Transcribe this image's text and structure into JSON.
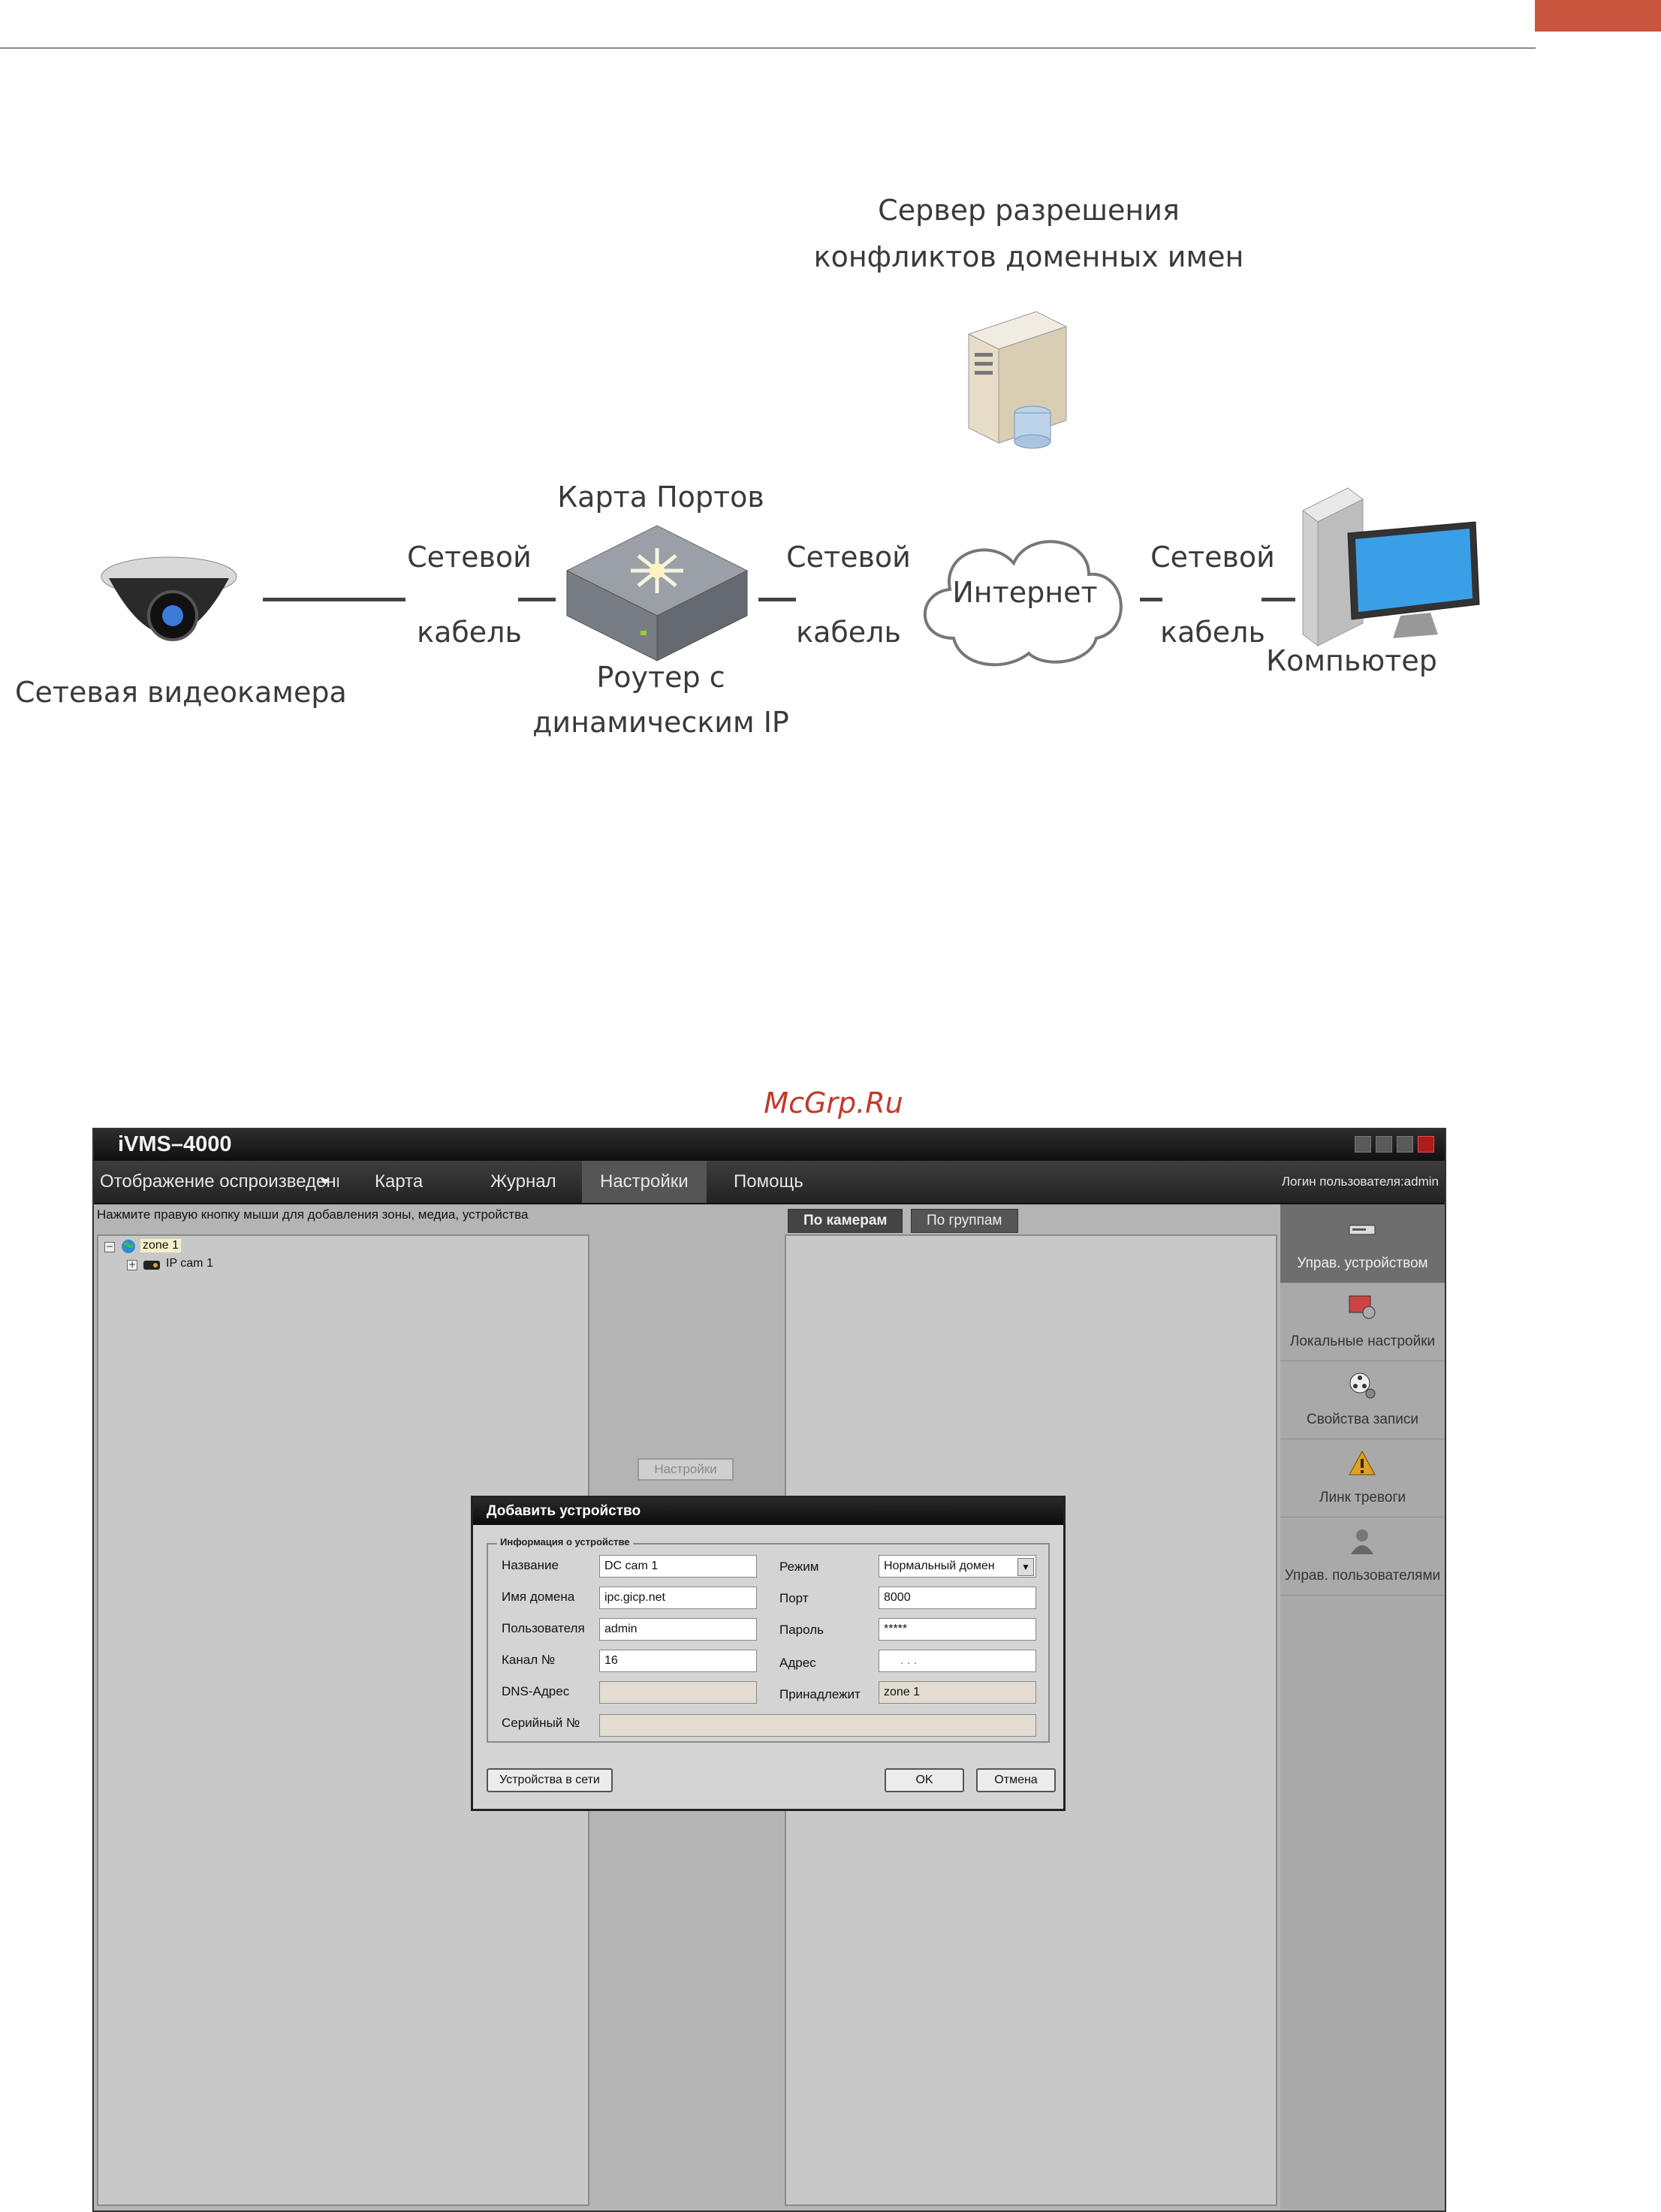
{
  "diagram": {
    "server_label_line1": "Сервер разрешения",
    "server_label_line2": "конфликтов доменных имен",
    "port_map_label": "Карта Портов",
    "cable_left_top": "Сетевой",
    "cable_left_bottom": "кабель",
    "cable_mid_top": "Сетевой",
    "cable_mid_bottom": "кабель",
    "cable_right_top": "Сетевой",
    "cable_right_bottom": "кабель",
    "internet_label": "Интернет",
    "camera_label": "Сетевая видеокамера",
    "router_label_line1": "Роутер с",
    "router_label_line2": "динамическим IP",
    "computer_label": "Компьютер"
  },
  "watermark": "McGrp.Ru",
  "app": {
    "title": "iVMS–4000",
    "menu": {
      "display": "Отображение оспроизведени",
      "map": "Карта",
      "journal": "Журнал",
      "settings": "Настройки",
      "help": "Помощь"
    },
    "login": "Логин пользователя:admin",
    "hint": "Нажмите правую кнопку мыши для добавления зоны, медиа, устройства",
    "tree": {
      "zone": "zone 1",
      "camera": "IP cam 1"
    },
    "middle_button": "Настройки",
    "tabs": {
      "by_camera": "По камерам",
      "by_group": "По группам"
    },
    "sidebar": [
      {
        "label": "Управ. устройством",
        "icon": "device-manager-icon"
      },
      {
        "label": "Локальные настройки",
        "icon": "local-settings-icon"
      },
      {
        "label": "Свойства записи",
        "icon": "record-properties-icon"
      },
      {
        "label": "Линк тревоги",
        "icon": "alarm-warning-icon"
      },
      {
        "label": "Управ. пользователями",
        "icon": "user-manager-icon"
      }
    ]
  },
  "dialog": {
    "title": "Добавить устройство",
    "group_title": "Информация о устройстве",
    "fields": {
      "name_label": "Название",
      "name_value": "DC cam 1",
      "domain_label": "Имя домена",
      "domain_value": "ipc.gicp.net",
      "user_label": "Пользователя",
      "user_value": "admin",
      "channel_label": "Канал №",
      "channel_value": "16",
      "dns_label": "DNS-Адрес",
      "dns_value": "",
      "serial_label": "Серийный №",
      "serial_value": "",
      "mode_label": "Режим",
      "mode_value": "Нормальный домен",
      "port_label": "Порт",
      "port_value": "8000",
      "password_label": "Пароль",
      "password_value": "*****",
      "address_label": "Адрес",
      "address_value": ".       .       .",
      "belongs_label": "Принадлежит",
      "belongs_value": "zone 1"
    },
    "buttons": {
      "network_devices": "Устройства в сети",
      "ok": "OK",
      "cancel": "Отмена"
    }
  }
}
